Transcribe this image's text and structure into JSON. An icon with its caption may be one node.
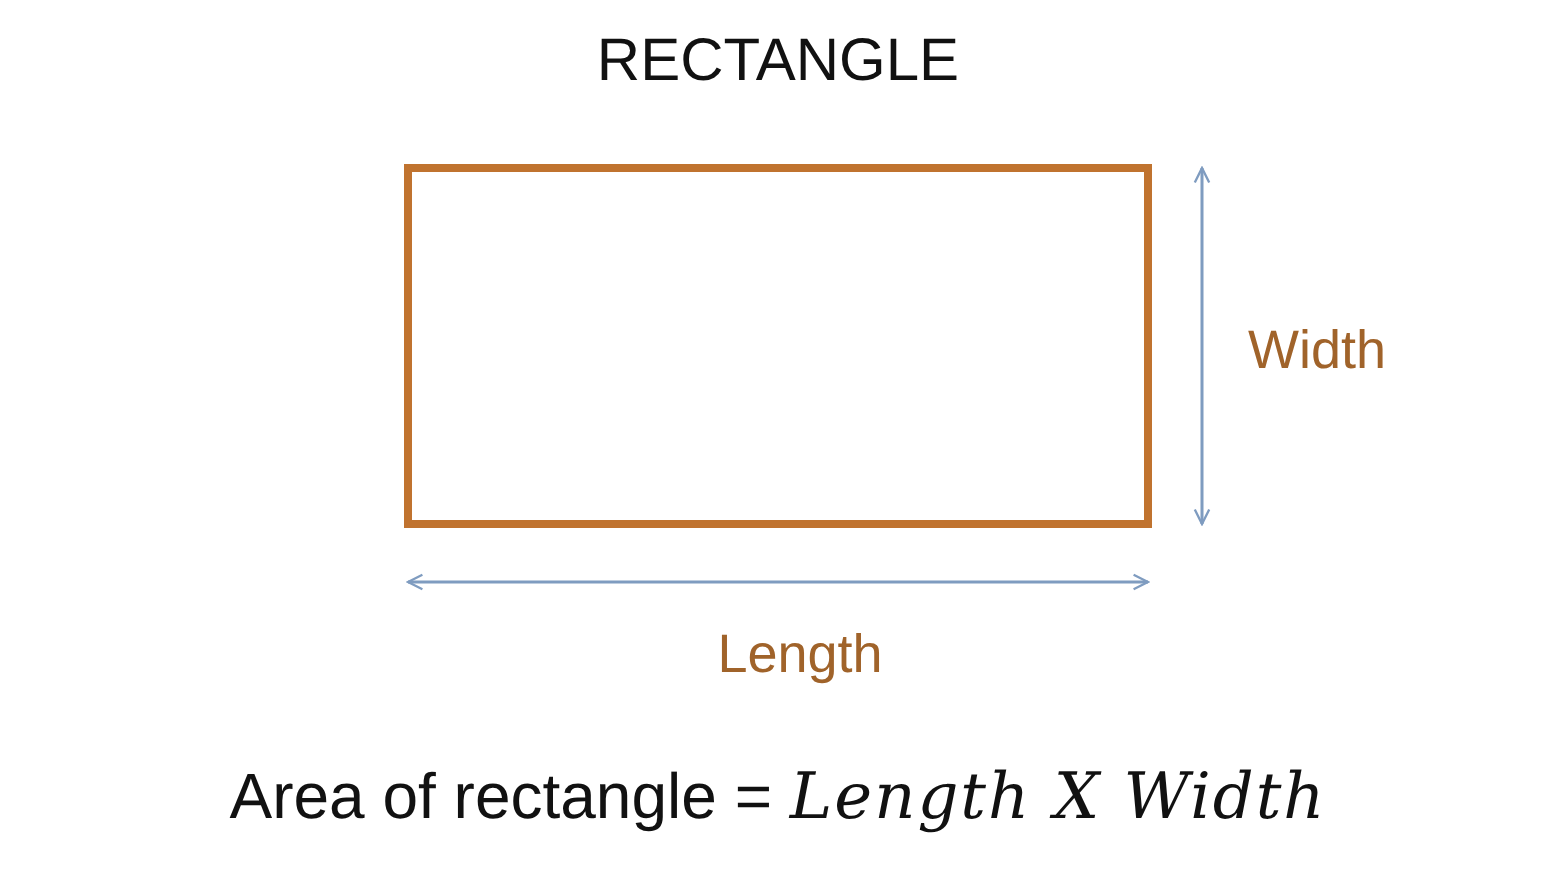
{
  "diagram": {
    "title": "RECTANGLE",
    "caption": "Area of rectangle = *Length X Width*",
    "nodes": [
      {
        "text": [],
        "shape": "box"
      }
    ],
    "labels": [
      "Width",
      "Length"
    ]
  }
}
